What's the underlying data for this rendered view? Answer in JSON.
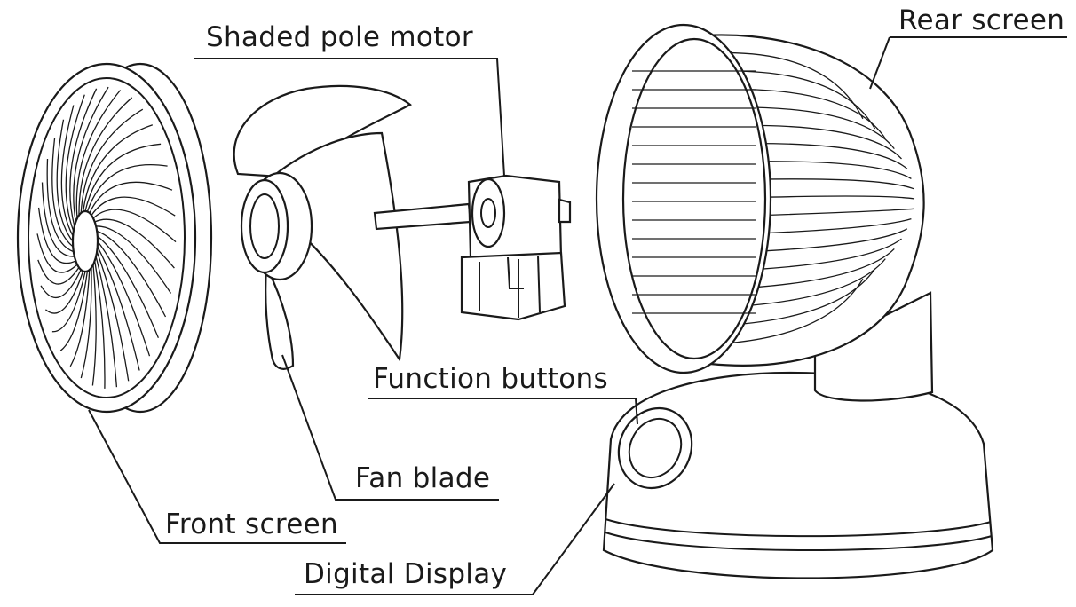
{
  "labels": {
    "shaded_pole_motor": "Shaded pole motor",
    "rear_screen": "Rear screen",
    "function_buttons": "Function buttons",
    "fan_blade": "Fan blade",
    "front_screen": "Front screen",
    "digital_display": "Digital Display"
  },
  "colors": {
    "line": "#1a1a1a",
    "background": "#ffffff"
  }
}
